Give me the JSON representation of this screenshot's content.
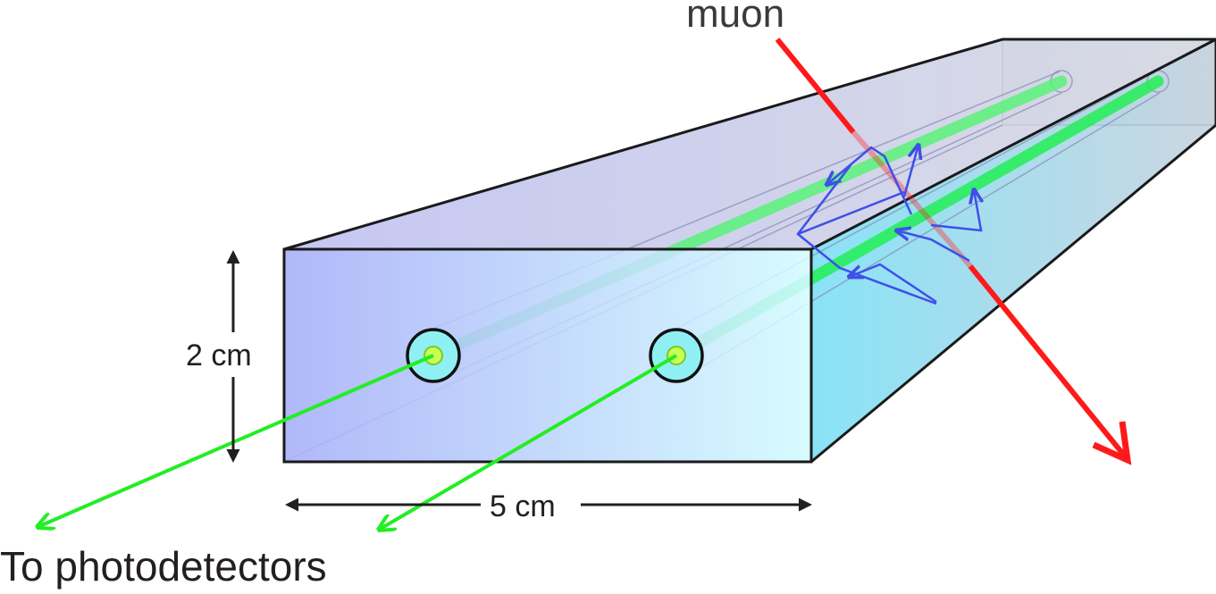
{
  "labels": {
    "muon": "muon",
    "height": "2 cm",
    "width": "5 cm",
    "output": "To photodetectors"
  },
  "colors": {
    "muon_track": "#ff1a1a",
    "fiber_light": "#22ee22",
    "fiber_glow": "#5af27a",
    "photon_path": "#3f4fe8",
    "edge": "#1a1a1a",
    "front_face_left": "#a6aef8",
    "front_face_right": "#d2fbff",
    "side_face_left": "#7fe0f6",
    "side_face_right": "#c9d3df",
    "top_face_left": "#c2c4f2",
    "top_face_right": "#d9dbe3"
  }
}
